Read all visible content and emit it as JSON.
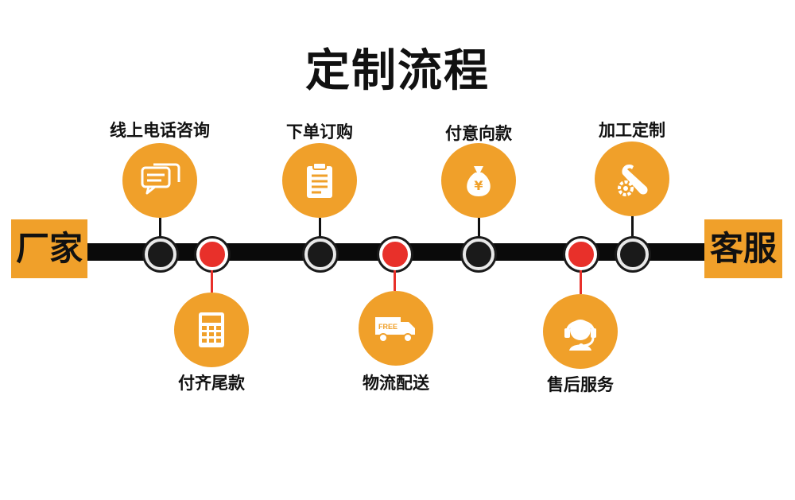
{
  "title": "定制流程",
  "endpoints": {
    "left": "厂家",
    "right": "客服"
  },
  "steps_top": [
    {
      "label": "线上电话咨询",
      "icon": "chat-bubbles-icon"
    },
    {
      "label": "下单订购",
      "icon": "clipboard-icon"
    },
    {
      "label": "付意向款",
      "icon": "money-bag-icon"
    },
    {
      "label": "加工定制",
      "icon": "wrench-gear-icon"
    }
  ],
  "steps_bottom": [
    {
      "label": "付齐尾款",
      "icon": "calculator-icon"
    },
    {
      "label": "物流配送",
      "icon": "delivery-truck-icon"
    },
    {
      "label": "售后服务",
      "icon": "headset-agent-icon"
    }
  ],
  "truck_text": "FREE",
  "money_symbol": "¥",
  "colors": {
    "accent": "#f0a02a",
    "red_node": "#e8302a",
    "bar": "#0a0a0a"
  }
}
